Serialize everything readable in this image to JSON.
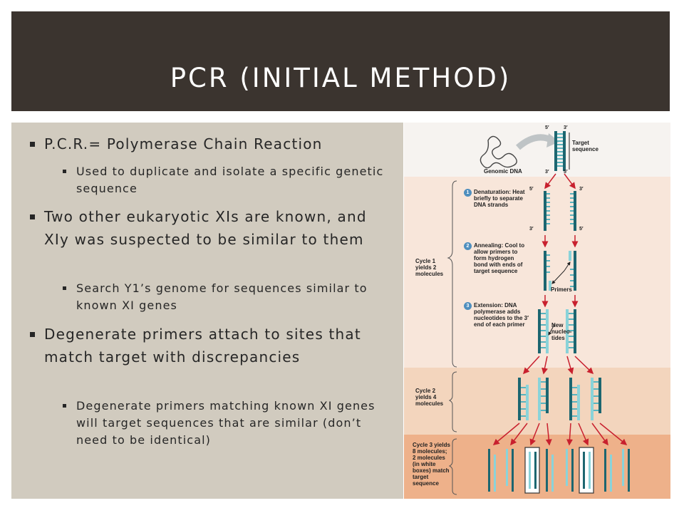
{
  "slide": {
    "title": "PCR (INITIAL METHOD)",
    "bullets": [
      {
        "text": "P.C.R.= Polymerase Chain Reaction",
        "sub": [
          "Used to duplicate and isolate a specific genetic sequence"
        ]
      },
      {
        "text": "Two other eukaryotic XIs are known, and XIy was suspected to be similar to them",
        "sub": [
          "Search Y1’s genome for sequences similar to known XI genes"
        ]
      },
      {
        "text": "Degenerate primers attach to sites that match target with discrepancies",
        "sub": [
          "Degenerate primers matching known XI genes will target sequences that are similar (don’t need to be identical)"
        ]
      }
    ]
  },
  "figure": {
    "genomic_dna": "Genomic DNA",
    "target_sequence": "Target sequence",
    "five_prime": "5′",
    "three_prime": "3′",
    "step1": {
      "num": "1",
      "text": "Denaturation: Heat briefly to separate DNA strands"
    },
    "step2": {
      "num": "2",
      "text": "Annealing: Cool to allow primers to form hydrogen bond with ends of target sequence"
    },
    "step3": {
      "num": "3",
      "text": "Extension: DNA polymerase adds nucleotides to the 3′ end of each primer"
    },
    "primers": "Primers",
    "new_nucleotides": "New nucleo-tides",
    "cycle1": "Cycle 1 yields 2 molecules",
    "cycle2": "Cycle 2 yields 4 molecules",
    "cycle3": "Cycle 3 yields 8 molecules; 2 molecules (in white boxes) match target sequence"
  },
  "colors": {
    "title_bar": "#3b342f",
    "content_panel": "#d1cbbf",
    "strand_teal": "#5ab3bd",
    "strand_dark": "#1c6670",
    "arrow_red": "#c8202e",
    "cycle1_bg": "#f8e6da",
    "cycle2_bg": "#f3d5bd",
    "cycle3_bg": "#eeb18a"
  }
}
